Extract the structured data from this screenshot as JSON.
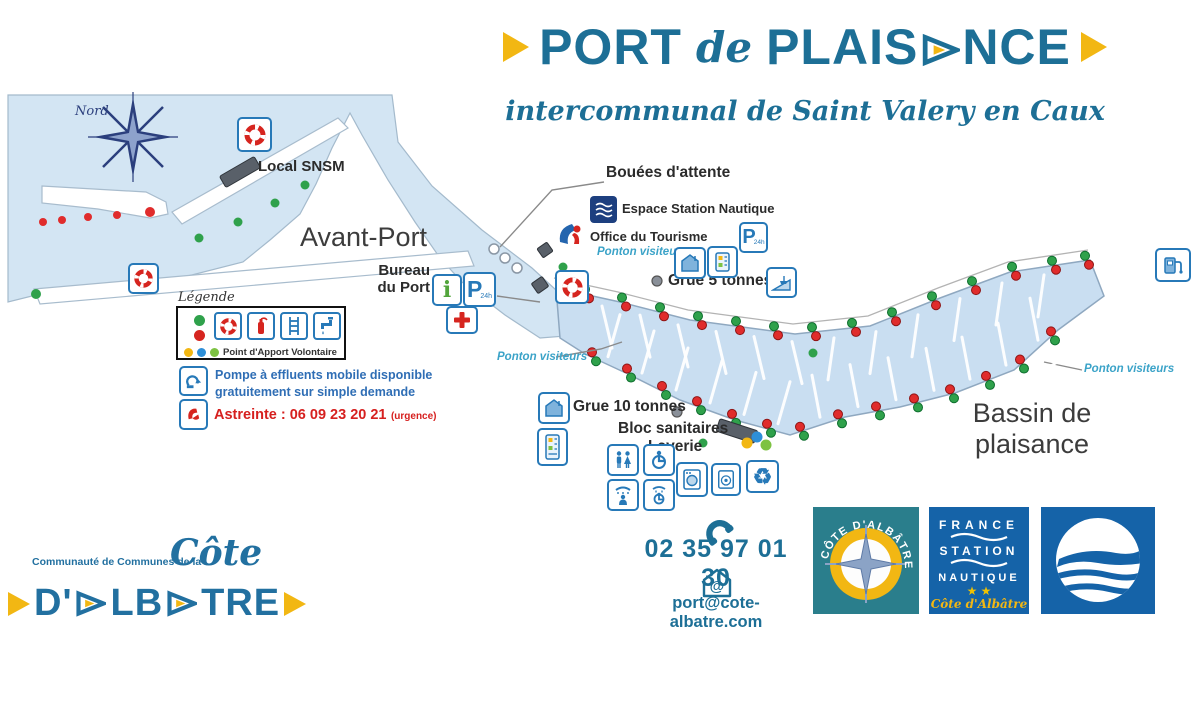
{
  "header": {
    "title_pre": "PORT",
    "title_de": "de",
    "title_mid": "PLAIS",
    "title_end": "NCE",
    "subtitle": "intercommunal de Saint Valery en Caux"
  },
  "map": {
    "north_label": "Nord",
    "avant_port": "Avant-Port",
    "bassin_line1": "Bassin de",
    "bassin_line2": "plaisance",
    "local_snsm": "Local SNSM",
    "bouees": "Bouées d'attente",
    "espace_station": "Espace Station Nautique",
    "office_tourisme": "Office du Tourisme",
    "ponton_visiteurs": "Ponton visiteurs",
    "grue5": "Grue 5 tonnes",
    "grue10": "Grue 10 tonnes",
    "bloc_sanitaires": "Bloc sanitaires",
    "laverie": "Laverie",
    "bureau_line1": "Bureau",
    "bureau_line2": "du Port"
  },
  "legend": {
    "title": "Légende",
    "apport": "Point d'Apport Volontaire",
    "pompe_line1": "Pompe à effluents mobile disponible",
    "pompe_line2": "gratuitement sur simple demande",
    "astreinte": "Astreinte : 06 09 23 20 21",
    "astreinte_note": "(urgence)"
  },
  "contact": {
    "phone": "02 35 97 01 30",
    "email": "port@cote-albatre.com"
  },
  "icons": {
    "info_label": "i",
    "parking_label": "P",
    "parking_sub": "24h",
    "recycle_glyph": "♻",
    "at_glyph": "@"
  },
  "footer": {
    "cc_line": "Communauté de Communes de la",
    "cote": "Côte",
    "alb_p1": "D'",
    "alb_p2": "LB",
    "alb_p3": "TRE",
    "compass_logo_text": "CÔTE D'ALBÂTRE",
    "fsn_l1": "FRANCE",
    "fsn_l2": "STATION",
    "fsn_l3": "NAUTIQUE",
    "fsn_stars": "★ ★",
    "fsn_sub": "Côte d'Albâtre"
  },
  "colors": {
    "teal": "#1d6f96",
    "yellow": "#f2b713",
    "icon_blue": "#2779b8",
    "water": "#d3e5f3",
    "basin": "#c9def1",
    "red": "#d6251f",
    "green": "#2fa14b"
  }
}
